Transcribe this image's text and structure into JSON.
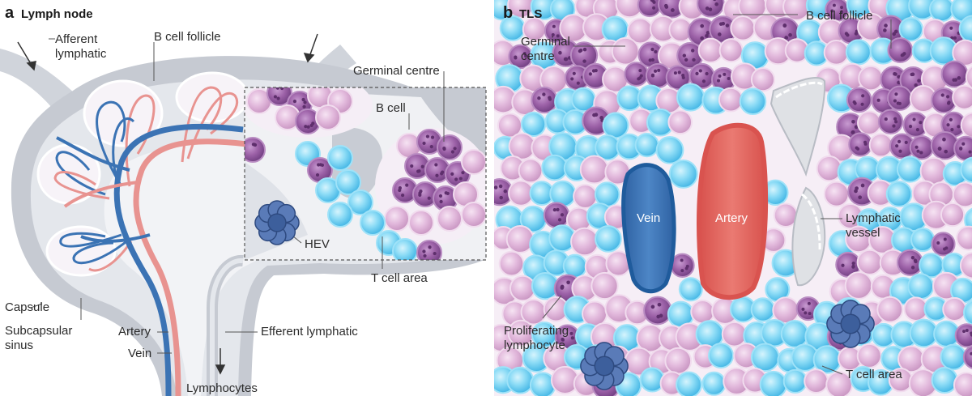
{
  "panel_a": {
    "letter": "a",
    "title": "Lymph node",
    "labels": {
      "afferent_1": "Afferent",
      "afferent_2": "lymphatic",
      "b_cell_follicle": "B cell follicle",
      "germinal_centre": "Germinal centre",
      "b_cell": "B cell",
      "hev": "HEV",
      "t_cell_area": "T cell area",
      "capsule": "Capsule",
      "subcapsular_1": "Subcapsular",
      "subcapsular_2": "sinus",
      "artery": "Artery",
      "vein": "Vein",
      "efferent": "Efferent lymphatic",
      "lymphocytes": "Lymphocytes"
    }
  },
  "panel_b": {
    "letter": "b",
    "title": "TLS",
    "labels": {
      "b_cell_follicle": "B cell follicle",
      "germinal_1": "Germinal",
      "germinal_2": "centre",
      "vein": "Vein",
      "artery": "Artery",
      "lymphatic_1": "Lymphatic",
      "lymphatic_2": "vessel",
      "prolif_1": "Proliferating",
      "prolif_2": "lymphocyte",
      "t_cell_area": "T cell area"
    }
  },
  "colors": {
    "t_cell": "#5cc8ee",
    "b_cell": "#dca9d4",
    "germinal_cell": "#9a5aa4",
    "hev": "#4f6fae",
    "artery": "#e2645e",
    "vein": "#3b73b4",
    "capsule": "#c6cad2",
    "sinus": "#e7e9ee",
    "lymph_vessel": "#dfe1e5"
  }
}
